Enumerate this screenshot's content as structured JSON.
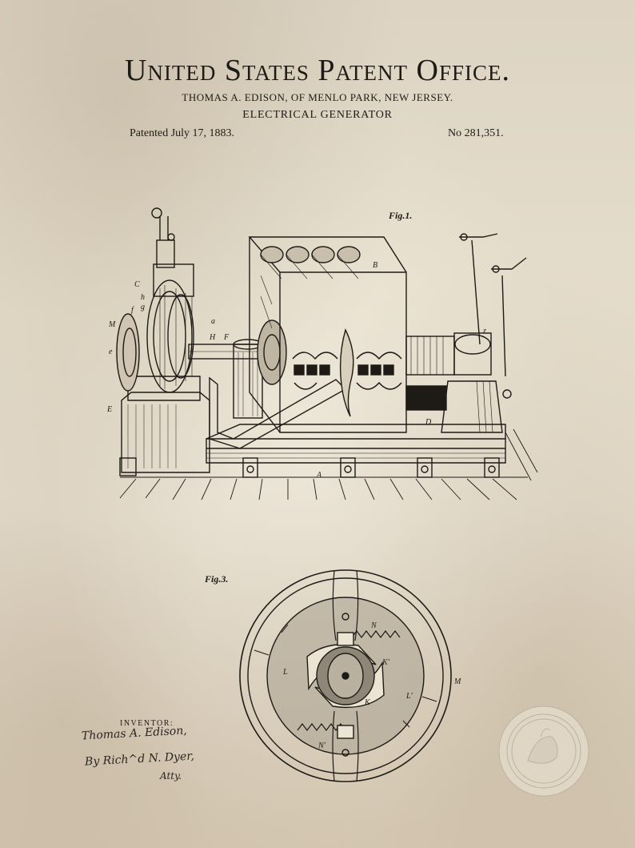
{
  "header": {
    "title": "United States Patent Office.",
    "inventor_line": "THOMAS A. EDISON, OF MENLO PARK, NEW JERSEY.",
    "patent_name": "ELECTRICAL GENERATOR",
    "date": "Patented July 17, 1883.",
    "number": "No 281,351."
  },
  "figures": {
    "fig1_label": "Fig.1.",
    "fig3_label": "Fig.3."
  },
  "fig1_letters": {
    "B": "B",
    "C": "C",
    "M": "M",
    "E": "E",
    "e": "e",
    "A": "A",
    "D": "D",
    "a": "a",
    "H": "H",
    "F": "F",
    "h": "h",
    "f": "f",
    "g": "g",
    "z": "z"
  },
  "fig3_letters": {
    "N": "N",
    "N2": "N'",
    "K": "K",
    "K2": "K'",
    "L": "L",
    "L2": "L'",
    "M": "M"
  },
  "inventor": {
    "title": "INVENTOR:",
    "signature": "Thomas A. Edison,",
    "attorney": "By Rich^d N. Dyer,",
    "attorney_suffix": "Atty."
  },
  "colors": {
    "paper": "#e5ddcb",
    "ink": "#1e1b17"
  }
}
